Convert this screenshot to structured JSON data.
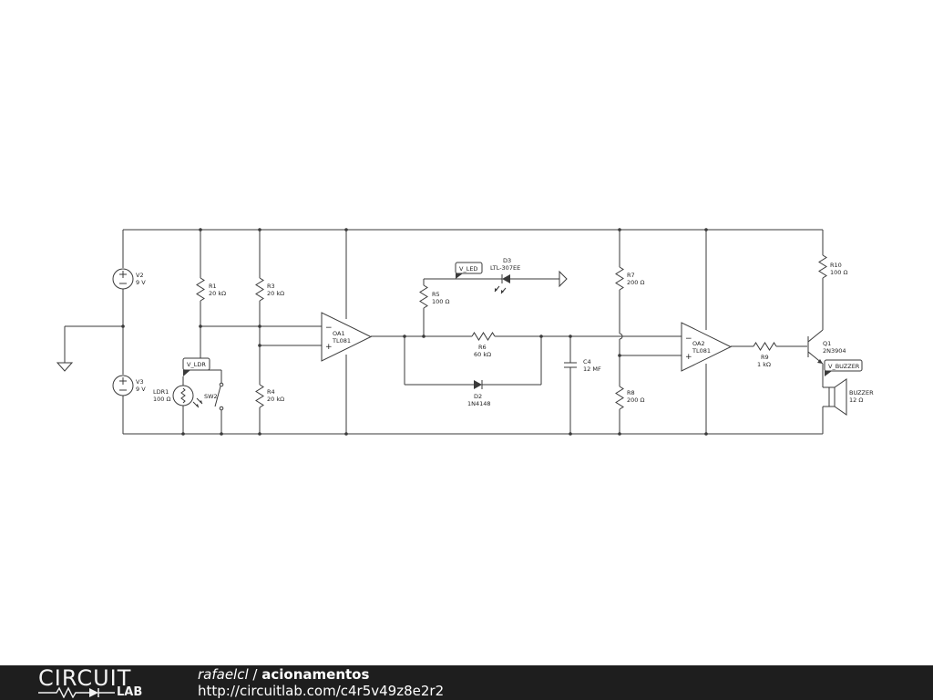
{
  "components": {
    "V2": {
      "name": "V2",
      "value": "9 V"
    },
    "V3": {
      "name": "V3",
      "value": "9 V"
    },
    "R1": {
      "name": "R1",
      "value": "20 kΩ"
    },
    "R3": {
      "name": "R3",
      "value": "20 kΩ"
    },
    "R4": {
      "name": "R4",
      "value": "20 kΩ"
    },
    "LDR1": {
      "name": "LDR1",
      "value": "100 Ω"
    },
    "SW2": {
      "name": "SW2"
    },
    "OA1": {
      "name": "OA1",
      "value": "TL081"
    },
    "R5": {
      "name": "R5",
      "value": "100 Ω"
    },
    "D3": {
      "name": "D3",
      "value": "LTL-307EE"
    },
    "R6": {
      "name": "R6",
      "value": "60 kΩ"
    },
    "D2": {
      "name": "D2",
      "value": "1N4148"
    },
    "C4": {
      "name": "C4",
      "value": "12 MF"
    },
    "R7": {
      "name": "R7",
      "value": "200 Ω"
    },
    "R8": {
      "name": "R8",
      "value": "200 Ω"
    },
    "OA2": {
      "name": "OA2",
      "value": "TL081"
    },
    "R9": {
      "name": "R9",
      "value": "1 kΩ"
    },
    "R10": {
      "name": "R10",
      "value": "100 Ω"
    },
    "Q1": {
      "name": "Q1",
      "value": "2N3904"
    },
    "BUZZER": {
      "name": "BUZZER",
      "value": "12 Ω"
    }
  },
  "probes": {
    "v_ldr": "V_LDR",
    "v_led": "V_LED",
    "v_buzzer": "V_BUZZER"
  },
  "opamp_pins": {
    "minus": "−",
    "plus": "+"
  },
  "footer": {
    "logo_top": "CIRCUIT",
    "logo_bottom": "LAB",
    "user": "rafaelcl",
    "separator": " / ",
    "title": "acionamentos",
    "url": "http://circuitlab.com/c4r5v49z8e2r2"
  }
}
